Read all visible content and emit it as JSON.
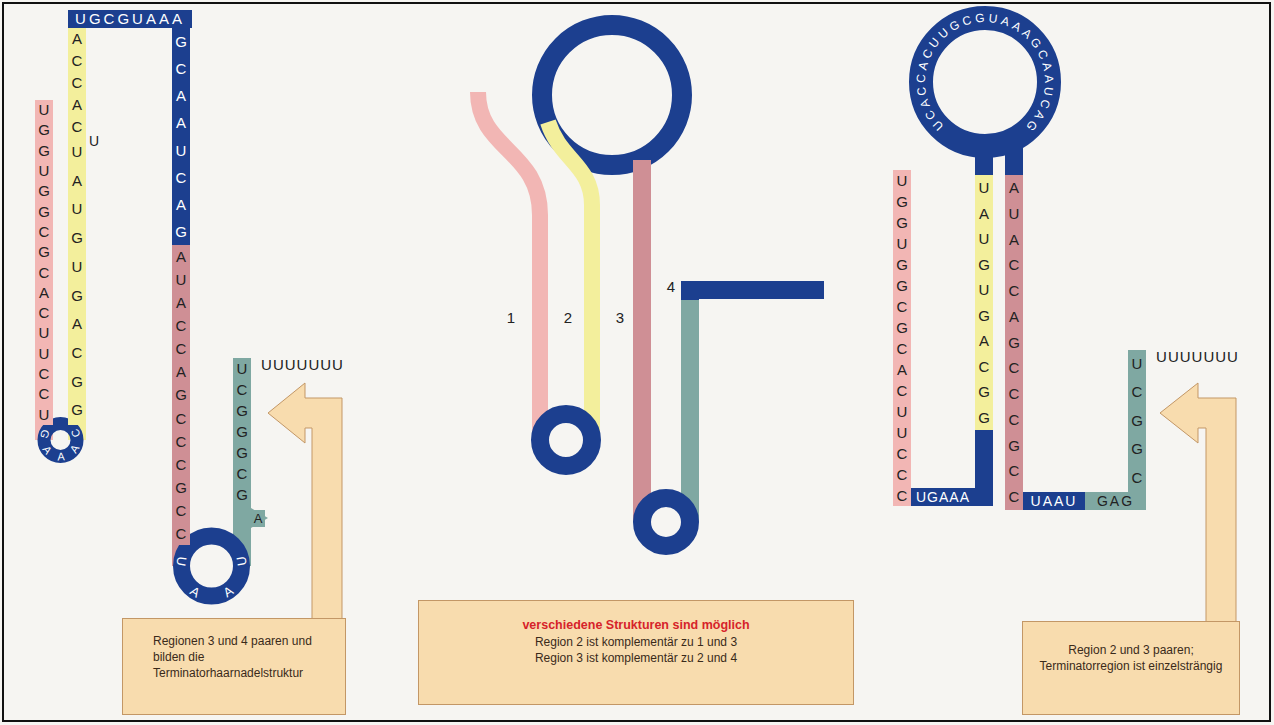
{
  "diagram": {
    "nodes": [
      {
        "text": [
          "Regionen 3 und 4 paaren und bilden die Terminatorhaarnadelstruktur"
        ]
      },
      {
        "text": [
          "verschiedene Strukturen sind möglich",
          "Region 2 ist komplementär zu 1 und 3",
          "Region 3 ist komplementär zu 2 und 4"
        ]
      },
      {
        "text": [
          "Region 2 und 3 paaren; Terminatorregion ist einzelsträngig"
        ]
      }
    ],
    "labels": [
      "UGGUGGCGCACUUCCU",
      "GAAAC",
      "ACCAC",
      "U",
      "UAUGUGACGG",
      "UGCGUAAA",
      "GCAAUCAG",
      "AUACCAGCCCGCC",
      "UAAU",
      "UCGGGCG",
      "A",
      "UUUUUUU",
      "1",
      "2",
      "3",
      "4",
      "UCACCACUUGCGUAAAGCAAUCAG",
      "UGGUGGCGCACUUCCC",
      "UGAAA",
      "UAUGUGACGG",
      "AUACCAGCCCGCC",
      "UAAU",
      "GAG",
      "UCGGC",
      "UUUUUUU"
    ]
  }
}
